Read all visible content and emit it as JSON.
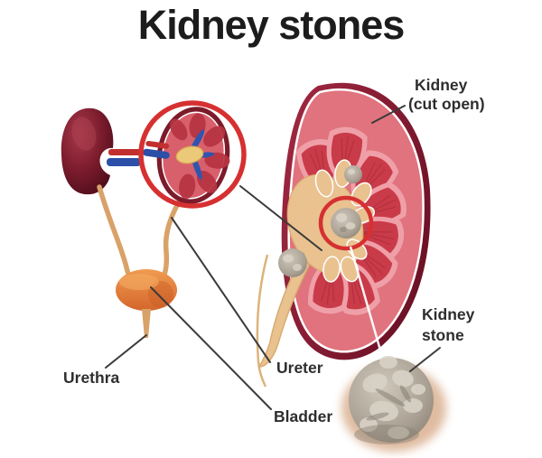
{
  "title": "Kidney stones",
  "labels": {
    "kidney_cut_open": {
      "line1": "Kidney",
      "line2": "(cut open)"
    },
    "urethra": "Urethra",
    "ureter": "Ureter",
    "bladder": "Bladder",
    "kidney_stone": {
      "line1": "Kidney",
      "line2": "stone"
    }
  },
  "colors": {
    "background": "#ffffff",
    "title_text": "#1c1c1c",
    "label_text": "#2e2e2e",
    "highlight_ring_red": "#d63031",
    "pointer_line": "#3b3b3b",
    "kidney_dark_maroon": "#7c1b2a",
    "kidney_cortex_red": "#e0737d",
    "pyramid_red": "#c93b49",
    "renal_pelvis_tan": "#e9c290",
    "artery_red": "#c22f2f",
    "vein_blue": "#2c4fa8",
    "ureter_tan": "#d9a268",
    "bladder_orange": "#e2793a",
    "stone_gray": "#a59c90",
    "stone_light": "#d9d2c6",
    "connector_white": "#ffffff"
  }
}
